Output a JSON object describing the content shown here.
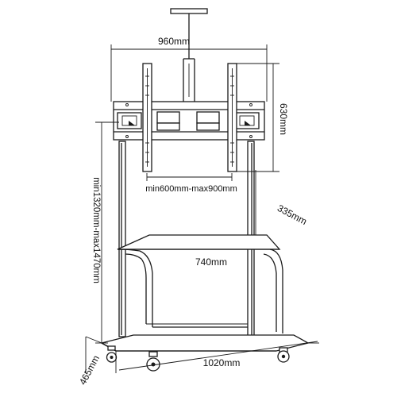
{
  "diagram": {
    "dimensions": {
      "mount_width": "960mm",
      "mount_height": "630mm",
      "vesa_range": "min600mm-max900mm",
      "height_range": "min1320mm-max1470mm",
      "shelf_depth": "335mm",
      "shelf_width": "740mm",
      "base_width": "1020mm",
      "base_depth": "465mm"
    },
    "colors": {
      "line": "#1a1a1a",
      "background": "#ffffff"
    }
  }
}
